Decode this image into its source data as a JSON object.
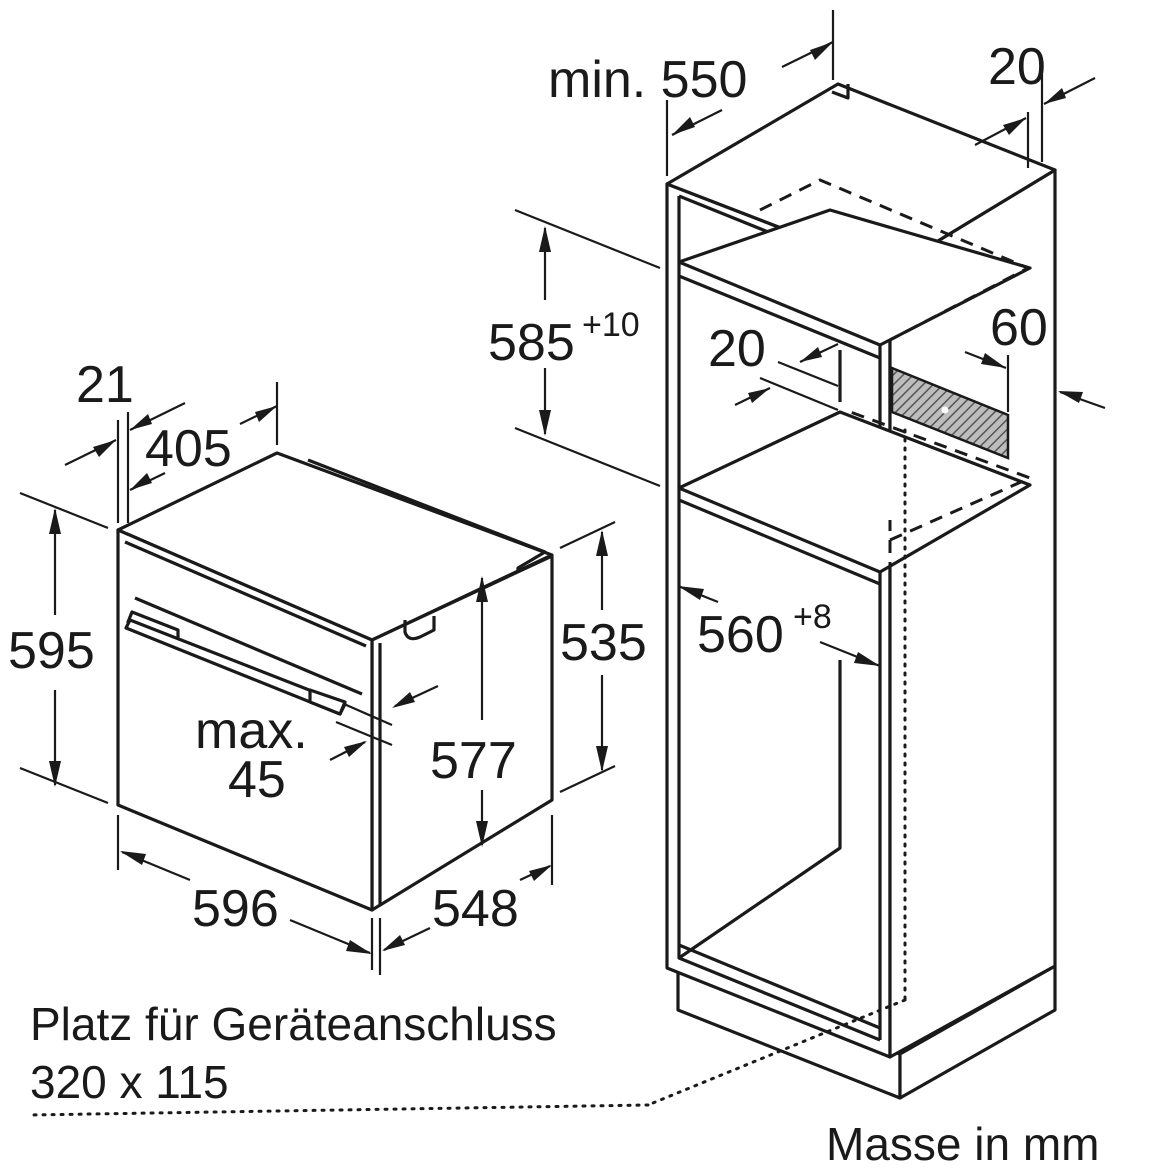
{
  "dimensions": {
    "d550": "min. 550",
    "d20_top": "20",
    "d585": "585",
    "d585_tol": "+10",
    "d20_mid": "20",
    "d60": "60",
    "d560": "560",
    "d560_tol": "+8",
    "d21": "21",
    "d405": "405",
    "d595": "595",
    "d535": "535",
    "d577": "577",
    "dmax_line1": "max.",
    "dmax_line2": "45",
    "d596": "596",
    "d548": "548"
  },
  "notes": {
    "connection_line1": "Platz für Geräteanschluss",
    "connection_line2": "320 x 115",
    "units": "Masse in mm"
  },
  "colors": {
    "line": "#1a1a1a",
    "background": "#ffffff",
    "hatch": "#555555"
  }
}
